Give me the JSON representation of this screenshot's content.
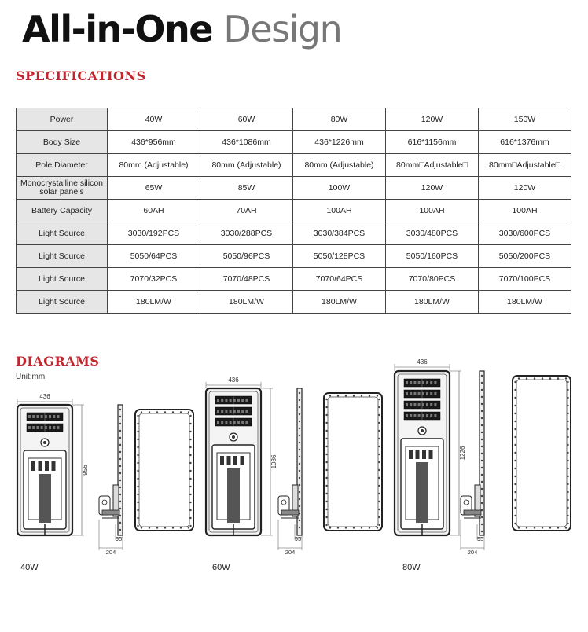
{
  "title": {
    "part1": "All-in-One ",
    "part2": "Design"
  },
  "specs": {
    "heading": "SPECIFICATIONS",
    "rows": [
      {
        "label": "Power",
        "values": [
          "40W",
          "60W",
          "80W",
          "120W",
          "150W"
        ]
      },
      {
        "label": "Body Size",
        "values": [
          "436*956mm",
          "436*1086mm",
          "436*1226mm",
          "616*1156mm",
          "616*1376mm"
        ]
      },
      {
        "label": "Pole Diameter",
        "values": [
          "80mm (Adjustable)",
          "80mm (Adjustable)",
          "80mm (Adjustable)",
          "80mm□Adjustable□",
          "80mm□Adjustable□"
        ]
      },
      {
        "label": "Monocrystalline silicon solar panels",
        "values": [
          "65W",
          "85W",
          "100W",
          "120W",
          "120W"
        ]
      },
      {
        "label": "Battery Capacity",
        "values": [
          "60AH",
          "70AH",
          "100AH",
          "100AH",
          "100AH"
        ]
      },
      {
        "label": "Light Source",
        "values": [
          "3030/192PCS",
          "3030/288PCS",
          "3030/384PCS",
          "3030/480PCS",
          "3030/600PCS"
        ]
      },
      {
        "label": "Light Source",
        "values": [
          "5050/64PCS",
          "5050/96PCS",
          "5050/128PCS",
          "5050/160PCS",
          "5050/200PCS"
        ]
      },
      {
        "label": "Light Source",
        "values": [
          "7070/32PCS",
          "7070/48PCS",
          "7070/64PCS",
          "7070/80PCS",
          "7070/100PCS"
        ]
      },
      {
        "label": "Light Source",
        "values": [
          "180LM/W",
          "180LM/W",
          "180LM/W",
          "180LM/W",
          "180LM/W"
        ]
      }
    ]
  },
  "diagrams": {
    "heading": "DIAGRAMS",
    "unit": "Unit:mm",
    "models": [
      {
        "watt": "40W",
        "width": "436",
        "height": "956",
        "depth": "95",
        "pole": "204",
        "modules": 2
      },
      {
        "watt": "60W",
        "width": "436",
        "height": "1086",
        "depth": "95",
        "pole": "204",
        "modules": 3
      },
      {
        "watt": "80W",
        "width": "436",
        "height": "1226",
        "depth": "95",
        "pole": "204",
        "modules": 4
      }
    ]
  }
}
